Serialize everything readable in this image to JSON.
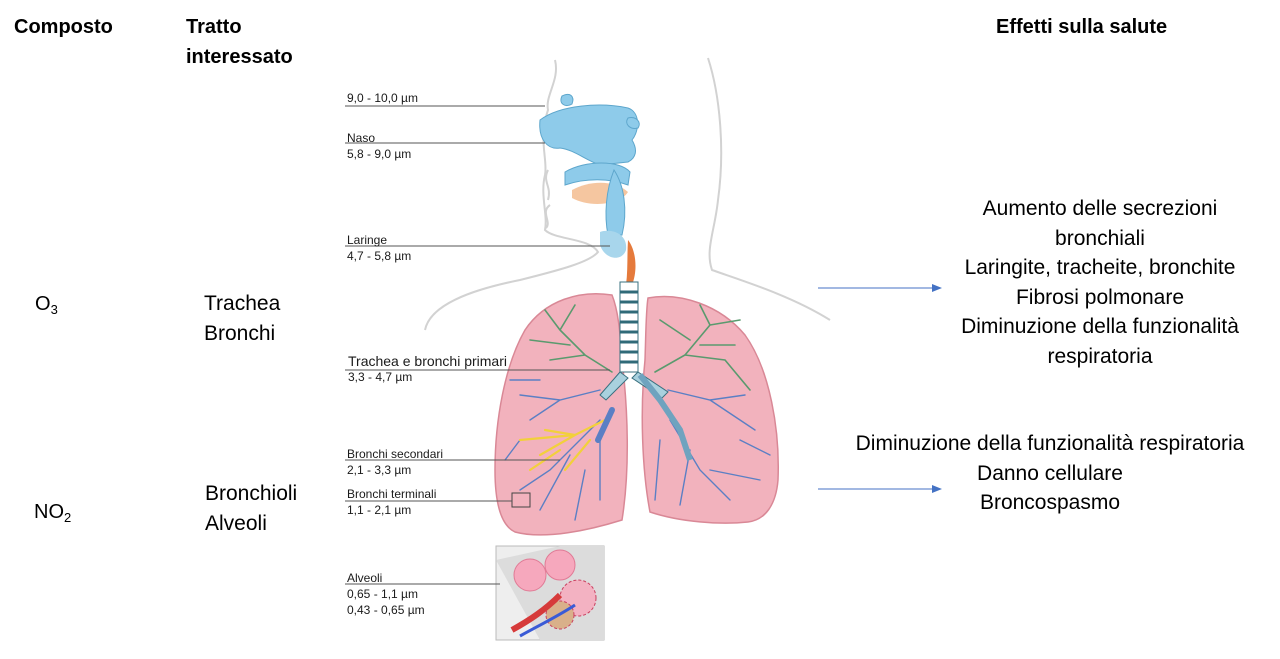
{
  "headers": {
    "composto": "Composto",
    "tratto_line1": "Tratto",
    "tratto_line2": "interessato",
    "effetti": "Effetti sulla salute"
  },
  "rows": [
    {
      "compound_base": "O",
      "compound_sub": "3",
      "tract_lines": [
        "Trachea",
        "Bronchi"
      ],
      "effects": [
        "Aumento delle secrezioni",
        "bronchiali",
        "Laringite, tracheite, bronchite",
        "Fibrosi polmonare",
        "Diminuzione della funzionalità",
        "respiratoria"
      ]
    },
    {
      "compound_base": "NO",
      "compound_sub": "2",
      "tract_lines": [
        "Bronchioli",
        "Alveoli"
      ],
      "effects": [
        "Diminuzione della funzionalità respiratoria",
        "Danno cellulare",
        "Broncospasmo"
      ]
    }
  ],
  "anatomy_labels": [
    {
      "name": "",
      "size": "9,0 - 10,0 µm"
    },
    {
      "name": "Naso",
      "size": "5,8 - 9,0 µm"
    },
    {
      "name": "Laringe",
      "size": "4,7 - 5,8 µm"
    },
    {
      "name": "Trachea e bronchi primari",
      "size": "3,3 - 4,7 µm"
    },
    {
      "name": "Bronchi secondari",
      "size": "2,1 - 3,3 µm"
    },
    {
      "name": "Bronchi terminali",
      "size": "1,1 - 2,1 µm"
    },
    {
      "name": "Alveoli",
      "size": "0,65  -  1,1 µm",
      "size2": "0,43 - 0,65 µm"
    }
  ],
  "colors": {
    "airway_blue": "#8ecbea",
    "lung_pink": "#f2b2bd",
    "bronchi_green": "#5a9a6e",
    "bronchi_blue": "#5b7fc4",
    "bronchi_yellow": "#f2d03b",
    "arrow": "#4472c4",
    "leader_line": "#555555"
  }
}
